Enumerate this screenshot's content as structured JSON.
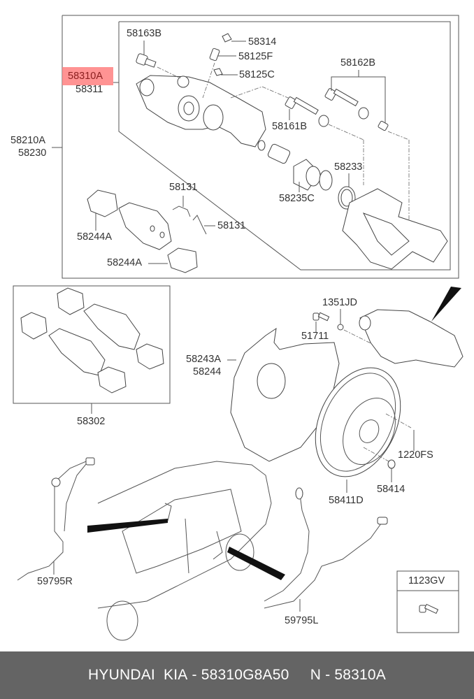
{
  "diagram": {
    "title": "Rear Brake Caliper Assembly",
    "highlight_color": "#ff8080",
    "labels": {
      "p58163B": "58163B",
      "p58314": "58314",
      "p58125F": "58125F",
      "p58125C": "58125C",
      "p58310A": "58310A",
      "p58311": "58311",
      "p58162B": "58162B",
      "p58161B": "58161B",
      "p58210A": "58210A",
      "p58230": "58230",
      "p58233": "58233",
      "p58235C": "58235C",
      "p58131a": "58131",
      "p58131b": "58131",
      "p58244Aa": "58244A",
      "p58244Ab": "58244A",
      "p58302": "58302",
      "p1351JD": "1351JD",
      "p51711": "51711",
      "p58243A": "58243A",
      "p58244": "58244",
      "p1220FS": "1220FS",
      "p58414": "58414",
      "p58411D": "58411D",
      "p59795R": "59795R",
      "p59795L": "59795L",
      "p1123GV": "1123GV"
    }
  },
  "footer": {
    "brand": "HYUNDAI  KIA",
    "separator": " - ",
    "part_number": "58310G8A50",
    "gap": "     ",
    "ref_prefix": "N",
    "ref_number": "58310A"
  }
}
